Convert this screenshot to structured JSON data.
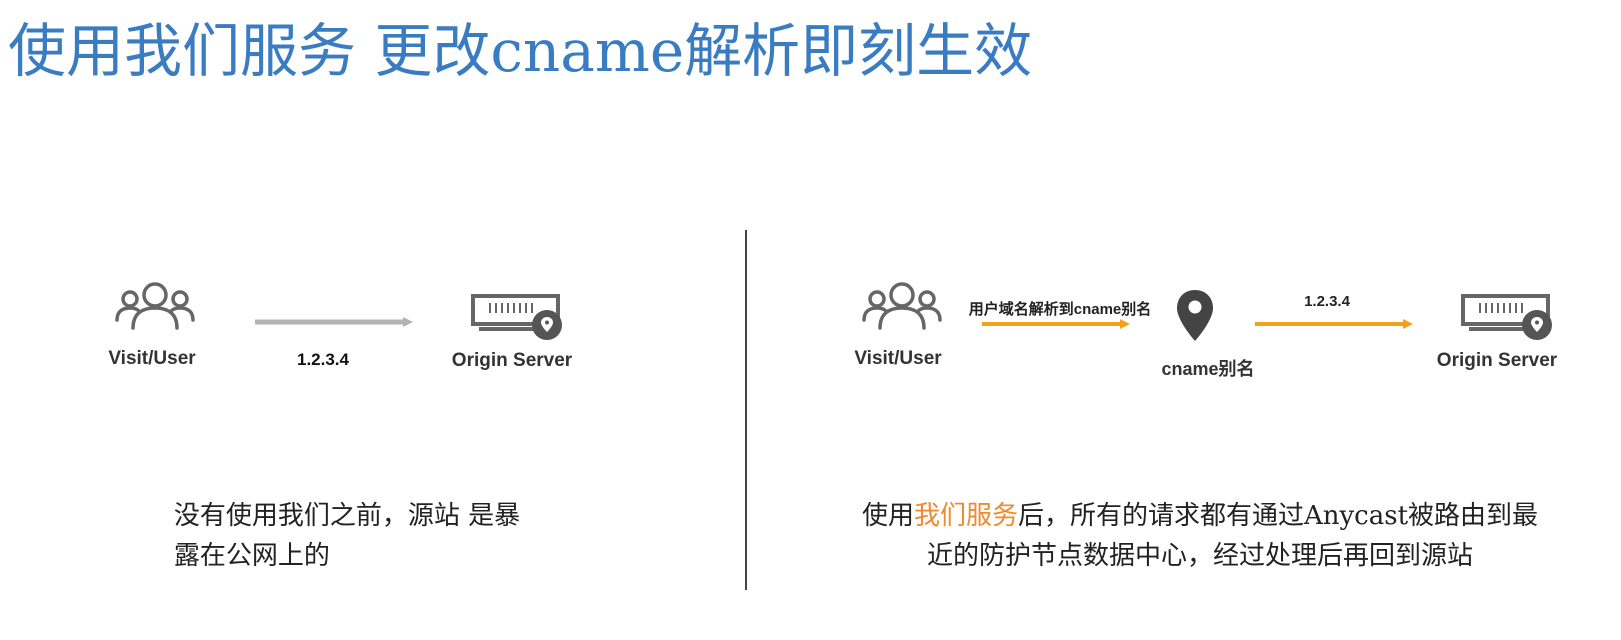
{
  "title": "使用我们服务 更改cname解析即刻生效",
  "colors": {
    "title": "#3a7cc1",
    "arrow_before": "#b3b3b3",
    "arrow_after": "#f5a01a",
    "highlight": "#f08a2c",
    "icon": "#666666"
  },
  "before": {
    "user_label": "Visit/User",
    "ip_label": "1.2.3.4",
    "server_label": "Origin Server",
    "description_line1": "没有使用我们之前，源站 是暴",
    "description_line2": "露在公网上的"
  },
  "after": {
    "user_label": "Visit/User",
    "resolve_label": "用户域名解析到cname别名",
    "cname_label": "cname别名",
    "ip_label": "1.2.3.4",
    "server_label": "Origin Server",
    "description_pre": "使用",
    "description_highlight": "我们服务",
    "description_post": "后，所有的请求都有通过Anycast被路由到最",
    "description_line2": "近的防护节点数据中心，经过处理后再回到源站"
  }
}
